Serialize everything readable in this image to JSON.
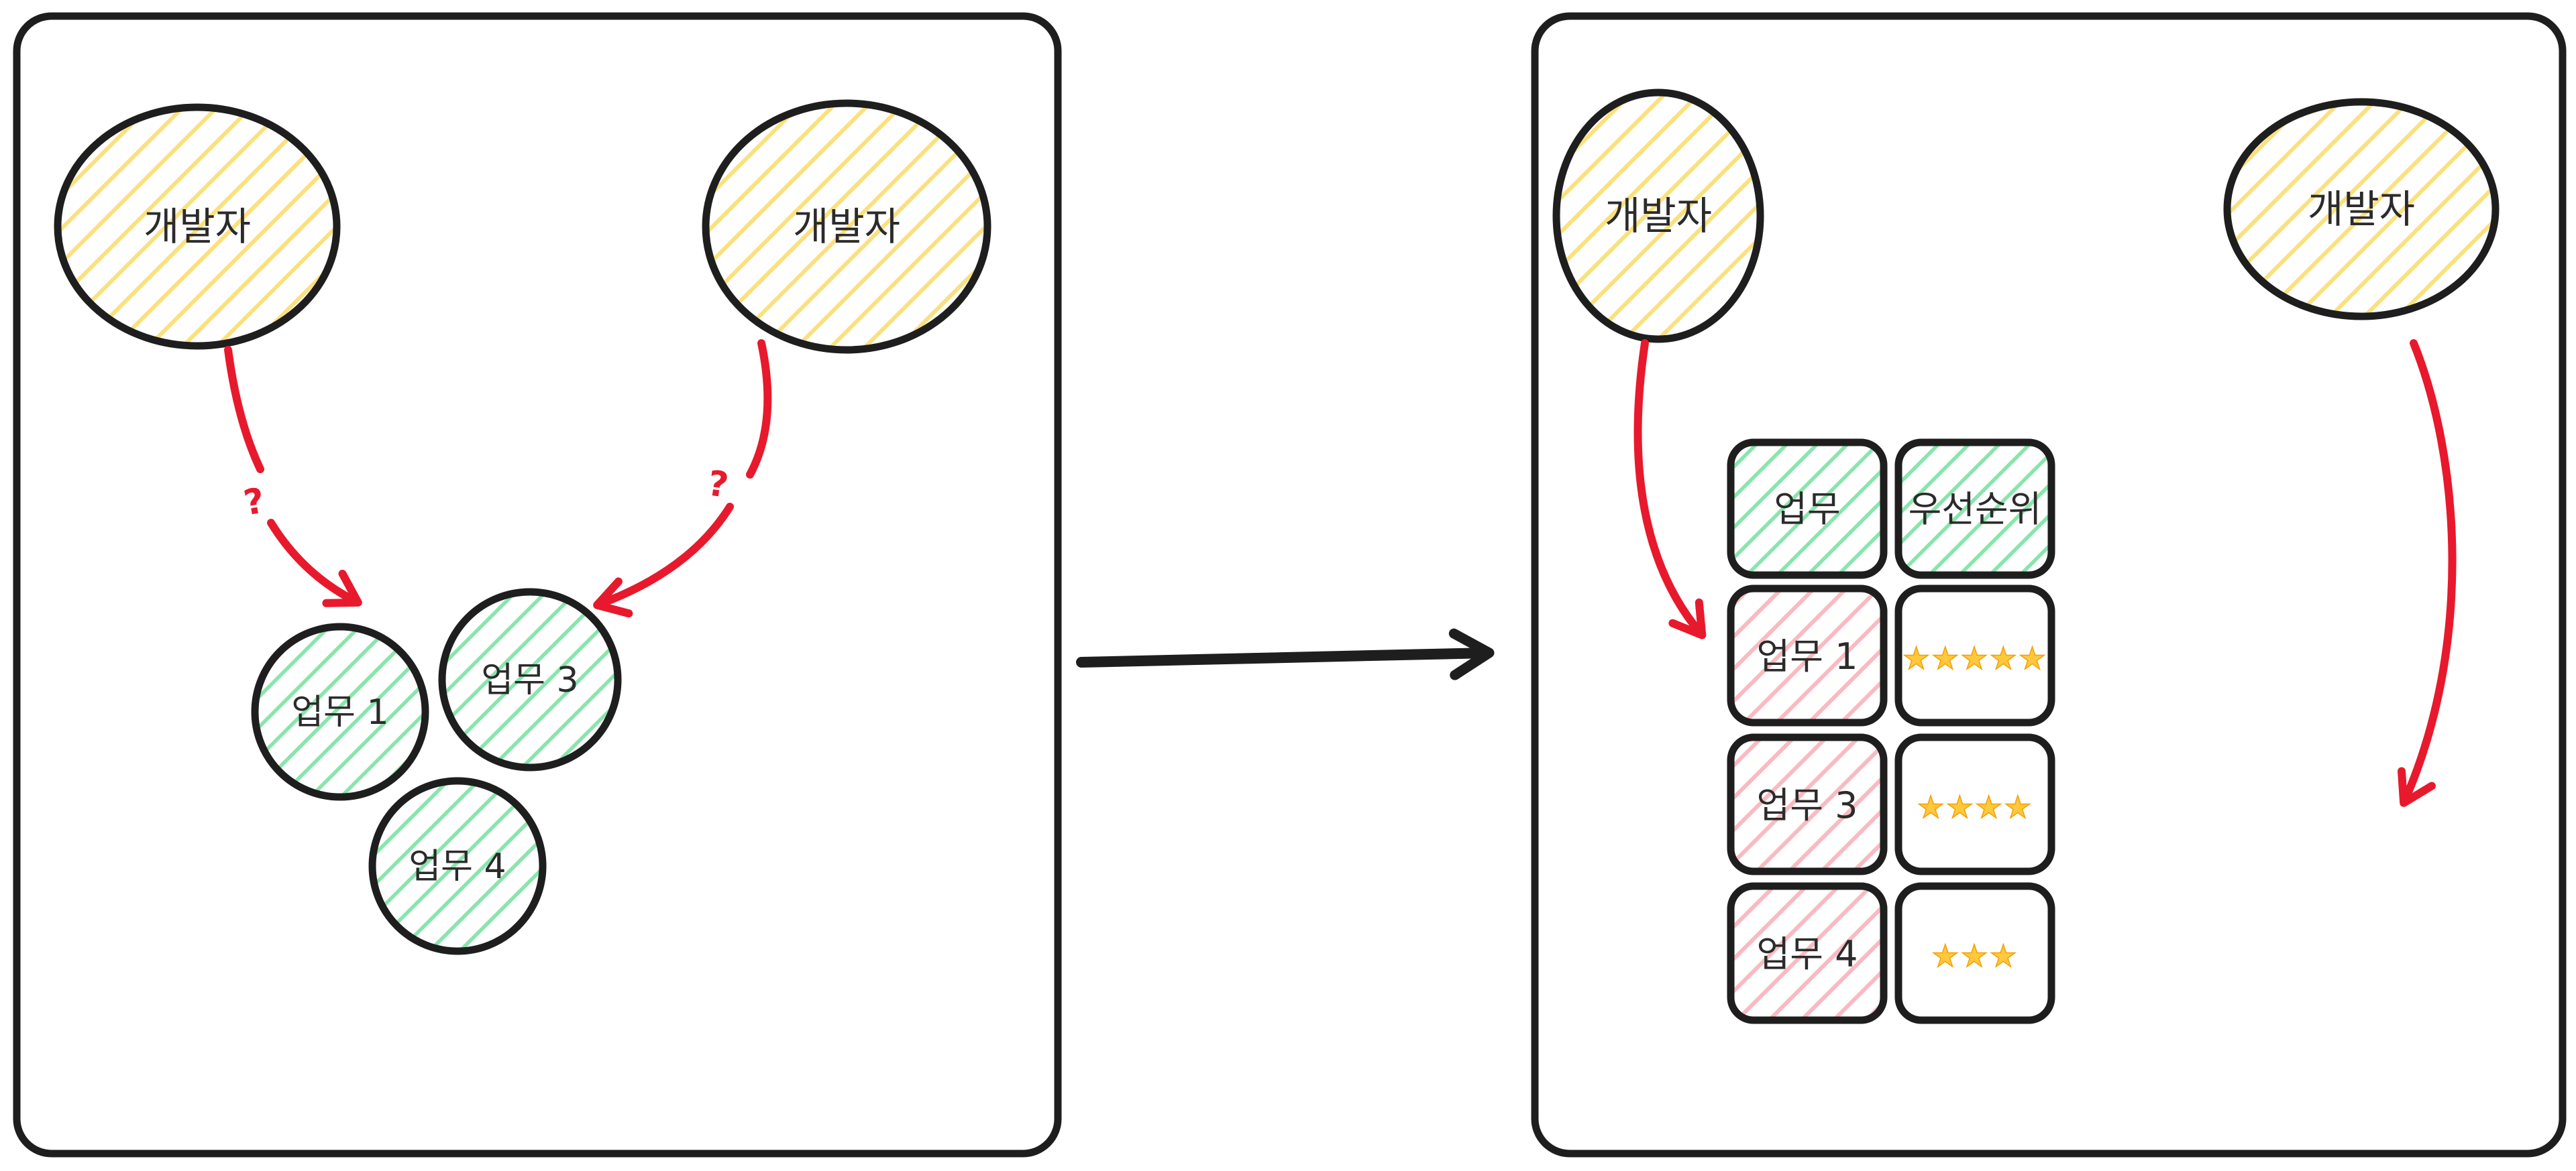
{
  "left_panel": {
    "developers": [
      "개발자",
      "개발자"
    ],
    "question_marks": [
      "?",
      "?"
    ],
    "tasks": [
      "업무 1",
      "업무 3",
      "업무 4"
    ]
  },
  "right_panel": {
    "developers": [
      "개발자",
      "개발자"
    ],
    "table": {
      "headers": [
        "업무",
        "우선순위"
      ],
      "rows": [
        {
          "task": "업무 1",
          "stars": 5
        },
        {
          "task": "업무 3",
          "stars": 4
        },
        {
          "task": "업무 4",
          "stars": 3
        }
      ]
    }
  },
  "colors": {
    "stroke": "#1e1e1e",
    "red_accent": "#e8192c",
    "yellow_hatch": "#fbe07e",
    "green_hatch": "#88e5ab",
    "pink_hatch": "#f9bac1",
    "star_gold": "#ffc83d",
    "star_outline": "#f59f00"
  }
}
